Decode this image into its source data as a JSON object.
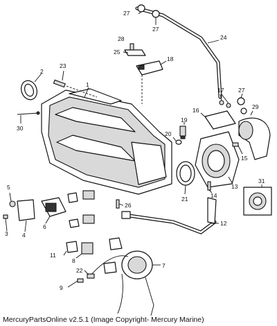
{
  "diagram": {
    "callouts": [
      {
        "id": "1"
      },
      {
        "id": "2"
      },
      {
        "id": "3"
      },
      {
        "id": "4"
      },
      {
        "id": "5"
      },
      {
        "id": "6"
      },
      {
        "id": "7"
      },
      {
        "id": "8"
      },
      {
        "id": "9"
      },
      {
        "id": "11"
      },
      {
        "id": "12"
      },
      {
        "id": "13"
      },
      {
        "id": "14"
      },
      {
        "id": "15"
      },
      {
        "id": "16"
      },
      {
        "id": "17"
      },
      {
        "id": "18"
      },
      {
        "id": "19"
      },
      {
        "id": "20"
      },
      {
        "id": "21"
      },
      {
        "id": "22"
      },
      {
        "id": "23"
      },
      {
        "id": "24"
      },
      {
        "id": "25"
      },
      {
        "id": "26"
      },
      {
        "id": "27"
      },
      {
        "id": "27"
      },
      {
        "id": "27"
      },
      {
        "id": "28"
      },
      {
        "id": "29"
      },
      {
        "id": "30"
      },
      {
        "id": "31"
      }
    ]
  },
  "footer": {
    "text": "MercuryPartsOnline v2.5.1 (Image Copyright- Mercury Marine)"
  }
}
